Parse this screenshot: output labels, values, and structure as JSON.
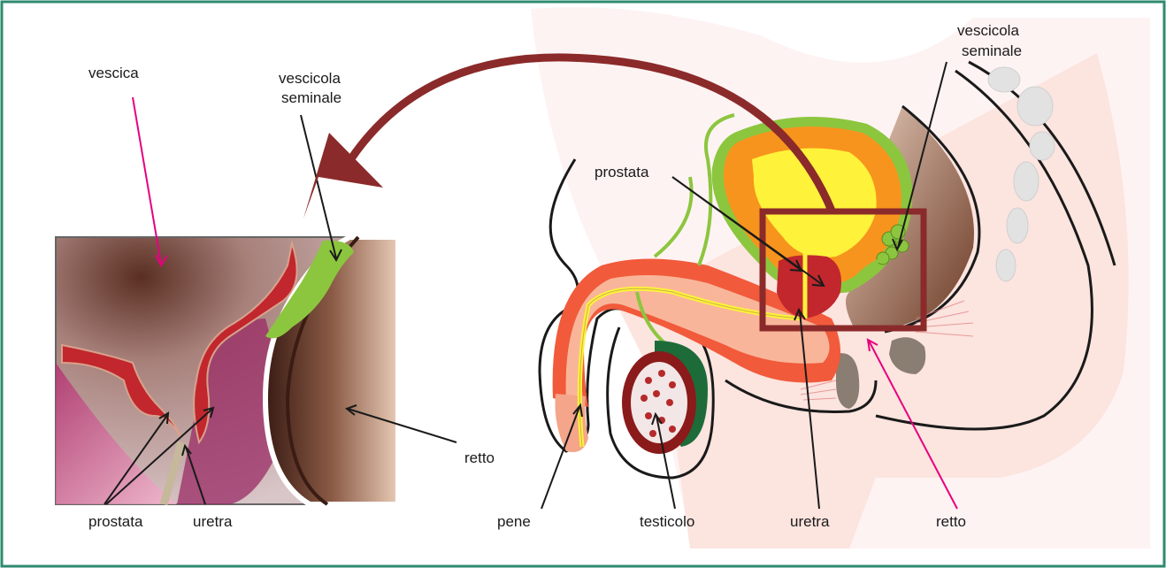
{
  "colors": {
    "border": "#2e8b6f",
    "bladder_outer": "#8cc63f",
    "bladder_mid": "#f7941d",
    "bladder_inner": "#fff23a",
    "prostate": "#c1272d",
    "big_arrow": "#8b2a2a",
    "pink_leader": "#e6007e",
    "skin": "#fbe1dc",
    "penis_outer": "#f15a3a",
    "penis_inner": "#f9b59a",
    "urethra": "#fff23a",
    "testis_cover": "#1e6b3a",
    "testis_core": "#8b1a1a",
    "rectum": "#5b3a2a"
  },
  "labels": {
    "inset_vescica": "vescica",
    "inset_vescicola_1": "vescicola",
    "inset_vescicola_2": "seminale",
    "inset_retto": "retto",
    "inset_prostata": "prostata",
    "inset_uretra": "uretra",
    "main_vescicola_1": "vescicola",
    "main_vescicola_2": "seminale",
    "main_prostata": "prostata",
    "main_pene": "pene",
    "main_testicolo": "testicolo",
    "main_uretra": "uretra",
    "main_retto": "retto"
  },
  "icons": {
    "zoom_arrow": "curved-arrow-icon",
    "detail_box": "highlight-box"
  }
}
